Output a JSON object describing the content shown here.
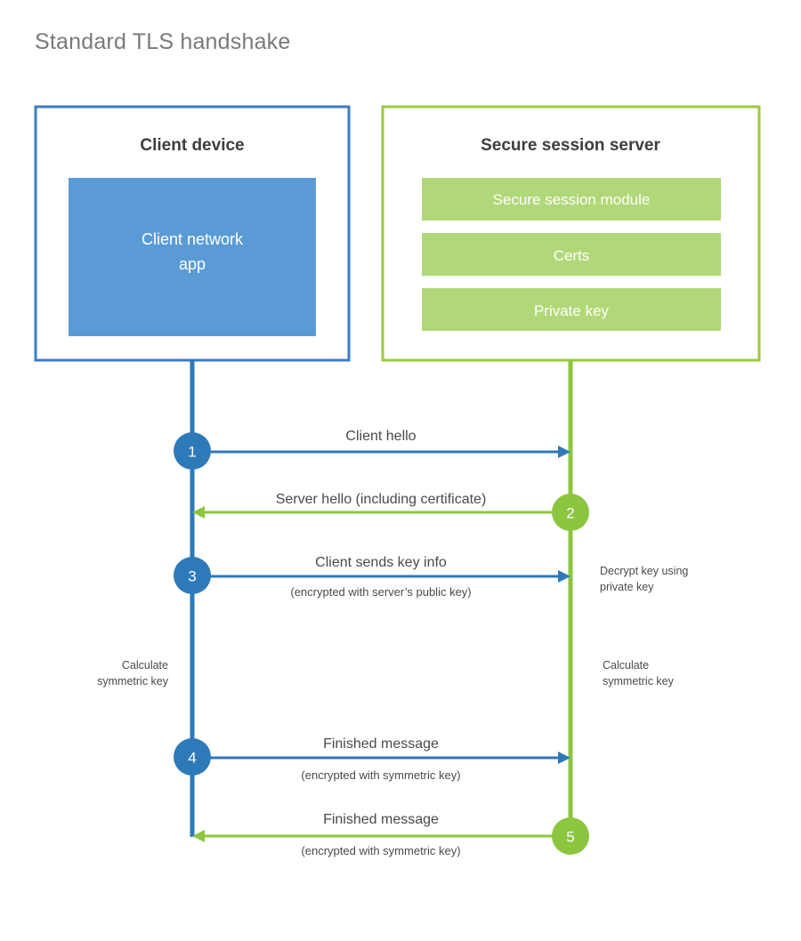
{
  "title": "Standard TLS handshake",
  "colors": {
    "client_border": "#3b7dc0",
    "client_fill": "#5b9bd5",
    "server_border": "#9ccb3b",
    "server_fill": "#b0d878",
    "client_line": "#2e78b8",
    "server_line": "#8cc63f",
    "client_circle": "#2e7ab8",
    "server_circle": "#8cc63f",
    "title_text": "#7a7a7a",
    "heading_text": "#3d3d3d",
    "body_text": "#4a4a4a",
    "background": "#ffffff"
  },
  "client_panel": {
    "heading": "Client device",
    "app_box_label_line1": "Client network",
    "app_box_label_line2": "app"
  },
  "server_panel": {
    "heading": "Secure session server",
    "bars": [
      {
        "label": "Secure session module"
      },
      {
        "label": "Certs"
      },
      {
        "label": "Private key"
      }
    ]
  },
  "lifelines": {
    "client_label": "client-lifeline",
    "server_label": "server-lifeline"
  },
  "steps": [
    {
      "number": "1",
      "label": "Client hello",
      "sublabel": "",
      "direction": "client-to-server",
      "side": "client"
    },
    {
      "number": "2",
      "label": "Server hello (including certificate)",
      "sublabel": "",
      "direction": "server-to-client",
      "side": "server"
    },
    {
      "number": "3",
      "label": "Client sends key info",
      "sublabel": "(encrypted with server’s public key)",
      "direction": "client-to-server",
      "side": "client"
    },
    {
      "number": "4",
      "label": "Finished message",
      "sublabel": "(encrypted with symmetric key)",
      "direction": "client-to-server",
      "side": "client"
    },
    {
      "number": "5",
      "label": "Finished message",
      "sublabel": "(encrypted with symmetric key)",
      "direction": "server-to-client",
      "side": "server"
    }
  ],
  "annotations": {
    "decrypt_line1": "Decrypt key using",
    "decrypt_line2": "private key",
    "client_calc_line1": "Calculate",
    "client_calc_line2": "symmetric key",
    "server_calc_line1": "Calculate",
    "server_calc_line2": "symmetric key"
  }
}
